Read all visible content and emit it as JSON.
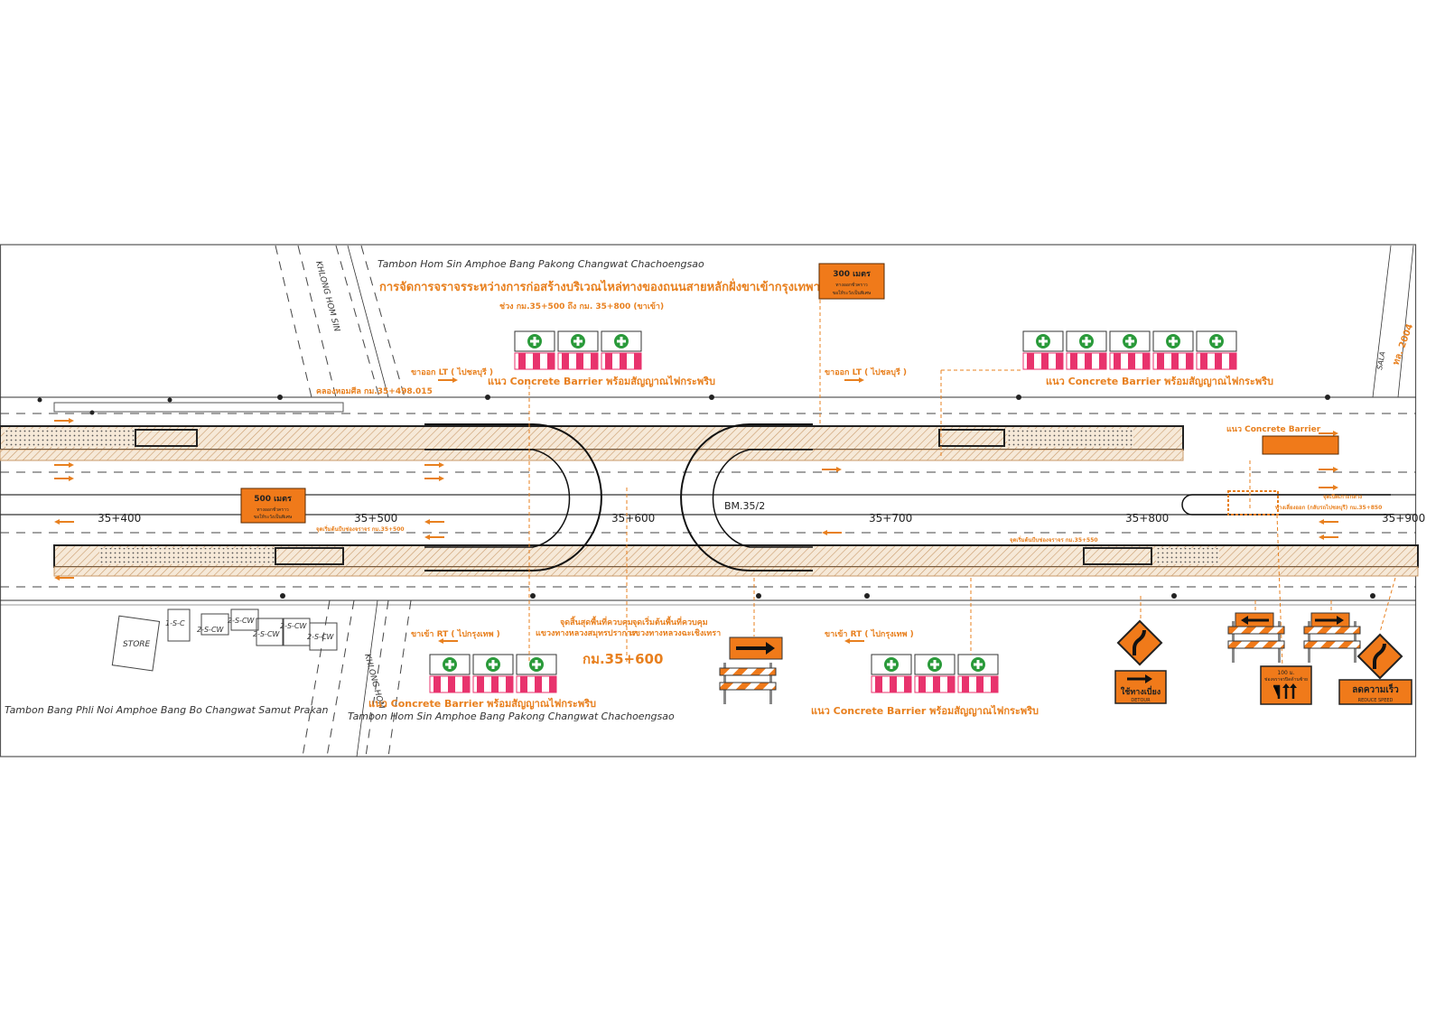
{
  "labels": {
    "tambon_top": "Tambon Hom Sin Amphoe Bang Pakong Changwat Chachoengsao",
    "tambon_bottom_left": "Tambon Bang Phli Noi Amphoe Bang Bo Changwat Samut Prakan",
    "tambon_bottom_right": "Tambon Hom Sin Amphoe Bang Pakong Changwat Chachoengsao",
    "title": "การจัดการจราจรระหว่างการก่อสร้างบริเวณไหล่ทางของถนนสายหลักฝั่งขาเข้ากรุงเทพา",
    "subtitle": "ช่วง กม.35+500 ถึง กม. 35+800 (ขาเข้า)",
    "canal_left": "KHLONG HOM SIN",
    "canal_station": "คลองหอมศีล กม.35+498.015",
    "canal_bottom": "KHLONG HOM",
    "road_right": "SALA",
    "route": "ทล. 2004",
    "km_marker": "กม.35+600",
    "bm": "BM.35/2",
    "store": "STORE"
  },
  "stations": [
    "35+400",
    "35+500",
    "35+600",
    "35+700",
    "35+800",
    "35+900"
  ],
  "buildings": [
    "1-S-C",
    "2-S-CW",
    "2-S-CW",
    "2-S-CW",
    "2-S-CW",
    "2-S-CW"
  ],
  "annotations": {
    "exit_lt_1": "ขาออก LT ( ไปชลบุรี )",
    "exit_lt_2": "ขาออก LT ( ไปชลบุรี )",
    "entry_rt_1": "ขาเข้า RT ( ไปกรุงเทพ )",
    "entry_rt_2": "ขาเข้า RT ( ไปกรุงเทพ )",
    "barrier_1": "แนว Concrete Barrier พร้อมสัญญาณไฟกระพริบ",
    "barrier_2": "แนว Concrete Barrier พร้อมสัญญาณไฟกระพริบ",
    "barrier_3": "แนว Concrete Barrier พร้อมสัญญาณไฟกระพริบ",
    "barrier_4": "แนว Concrete Barrier พร้อมสัญญาณไฟกระพริบ",
    "barrier_plain": "แนว Concrete Barrier",
    "end_area_1": "จุดสิ้นสุดพื้นที่ควบคุม",
    "end_area_2": "แขวงทางหลวงสมุทรปราการ",
    "start_area_1": "จุดเริ่มต้นพื้นที่ควบคุม",
    "start_area_2": "แขวงทางหลวงฉะเชิงเทรา",
    "lane_start": "จุดเริ่มต้นบีบช่องจราจร กม.35+550",
    "lane_start_left": "จุดเริ่มต้นบีบช่องจราจร กม.35+500",
    "median_1": "จุดเปิดเกาะกลาง",
    "median_2": "ทางเลี่ยงออก (กลับรถไปชลบุรี) กม.35+850"
  },
  "signs": {
    "s500_main": "500 เมตร",
    "s500_l2": "ทางออกชั่วคราว",
    "s500_l3": "ขอให้ระวังเป็นพิเศษ",
    "s300_main": "300 เมตร",
    "s300_l2": "ทางออกชั่วคราว",
    "s300_l3": "ขอให้ระวังเป็นพิเศษ",
    "detour_th": "ใช้ทางเบี่ยง",
    "detour_en": "DETOUR",
    "lane_close_l1": "100 ม.",
    "lane_close_l2": "ช่องจราจรปิดด้านซ้าย",
    "reduce_th": "ลดความเร็ว",
    "reduce_en": "REDUCE SPEED"
  },
  "colors": {
    "orange": "#f07a1a",
    "pink": "#e8336d",
    "green": "#2a9a3a",
    "hatch": "#d9b58c"
  }
}
